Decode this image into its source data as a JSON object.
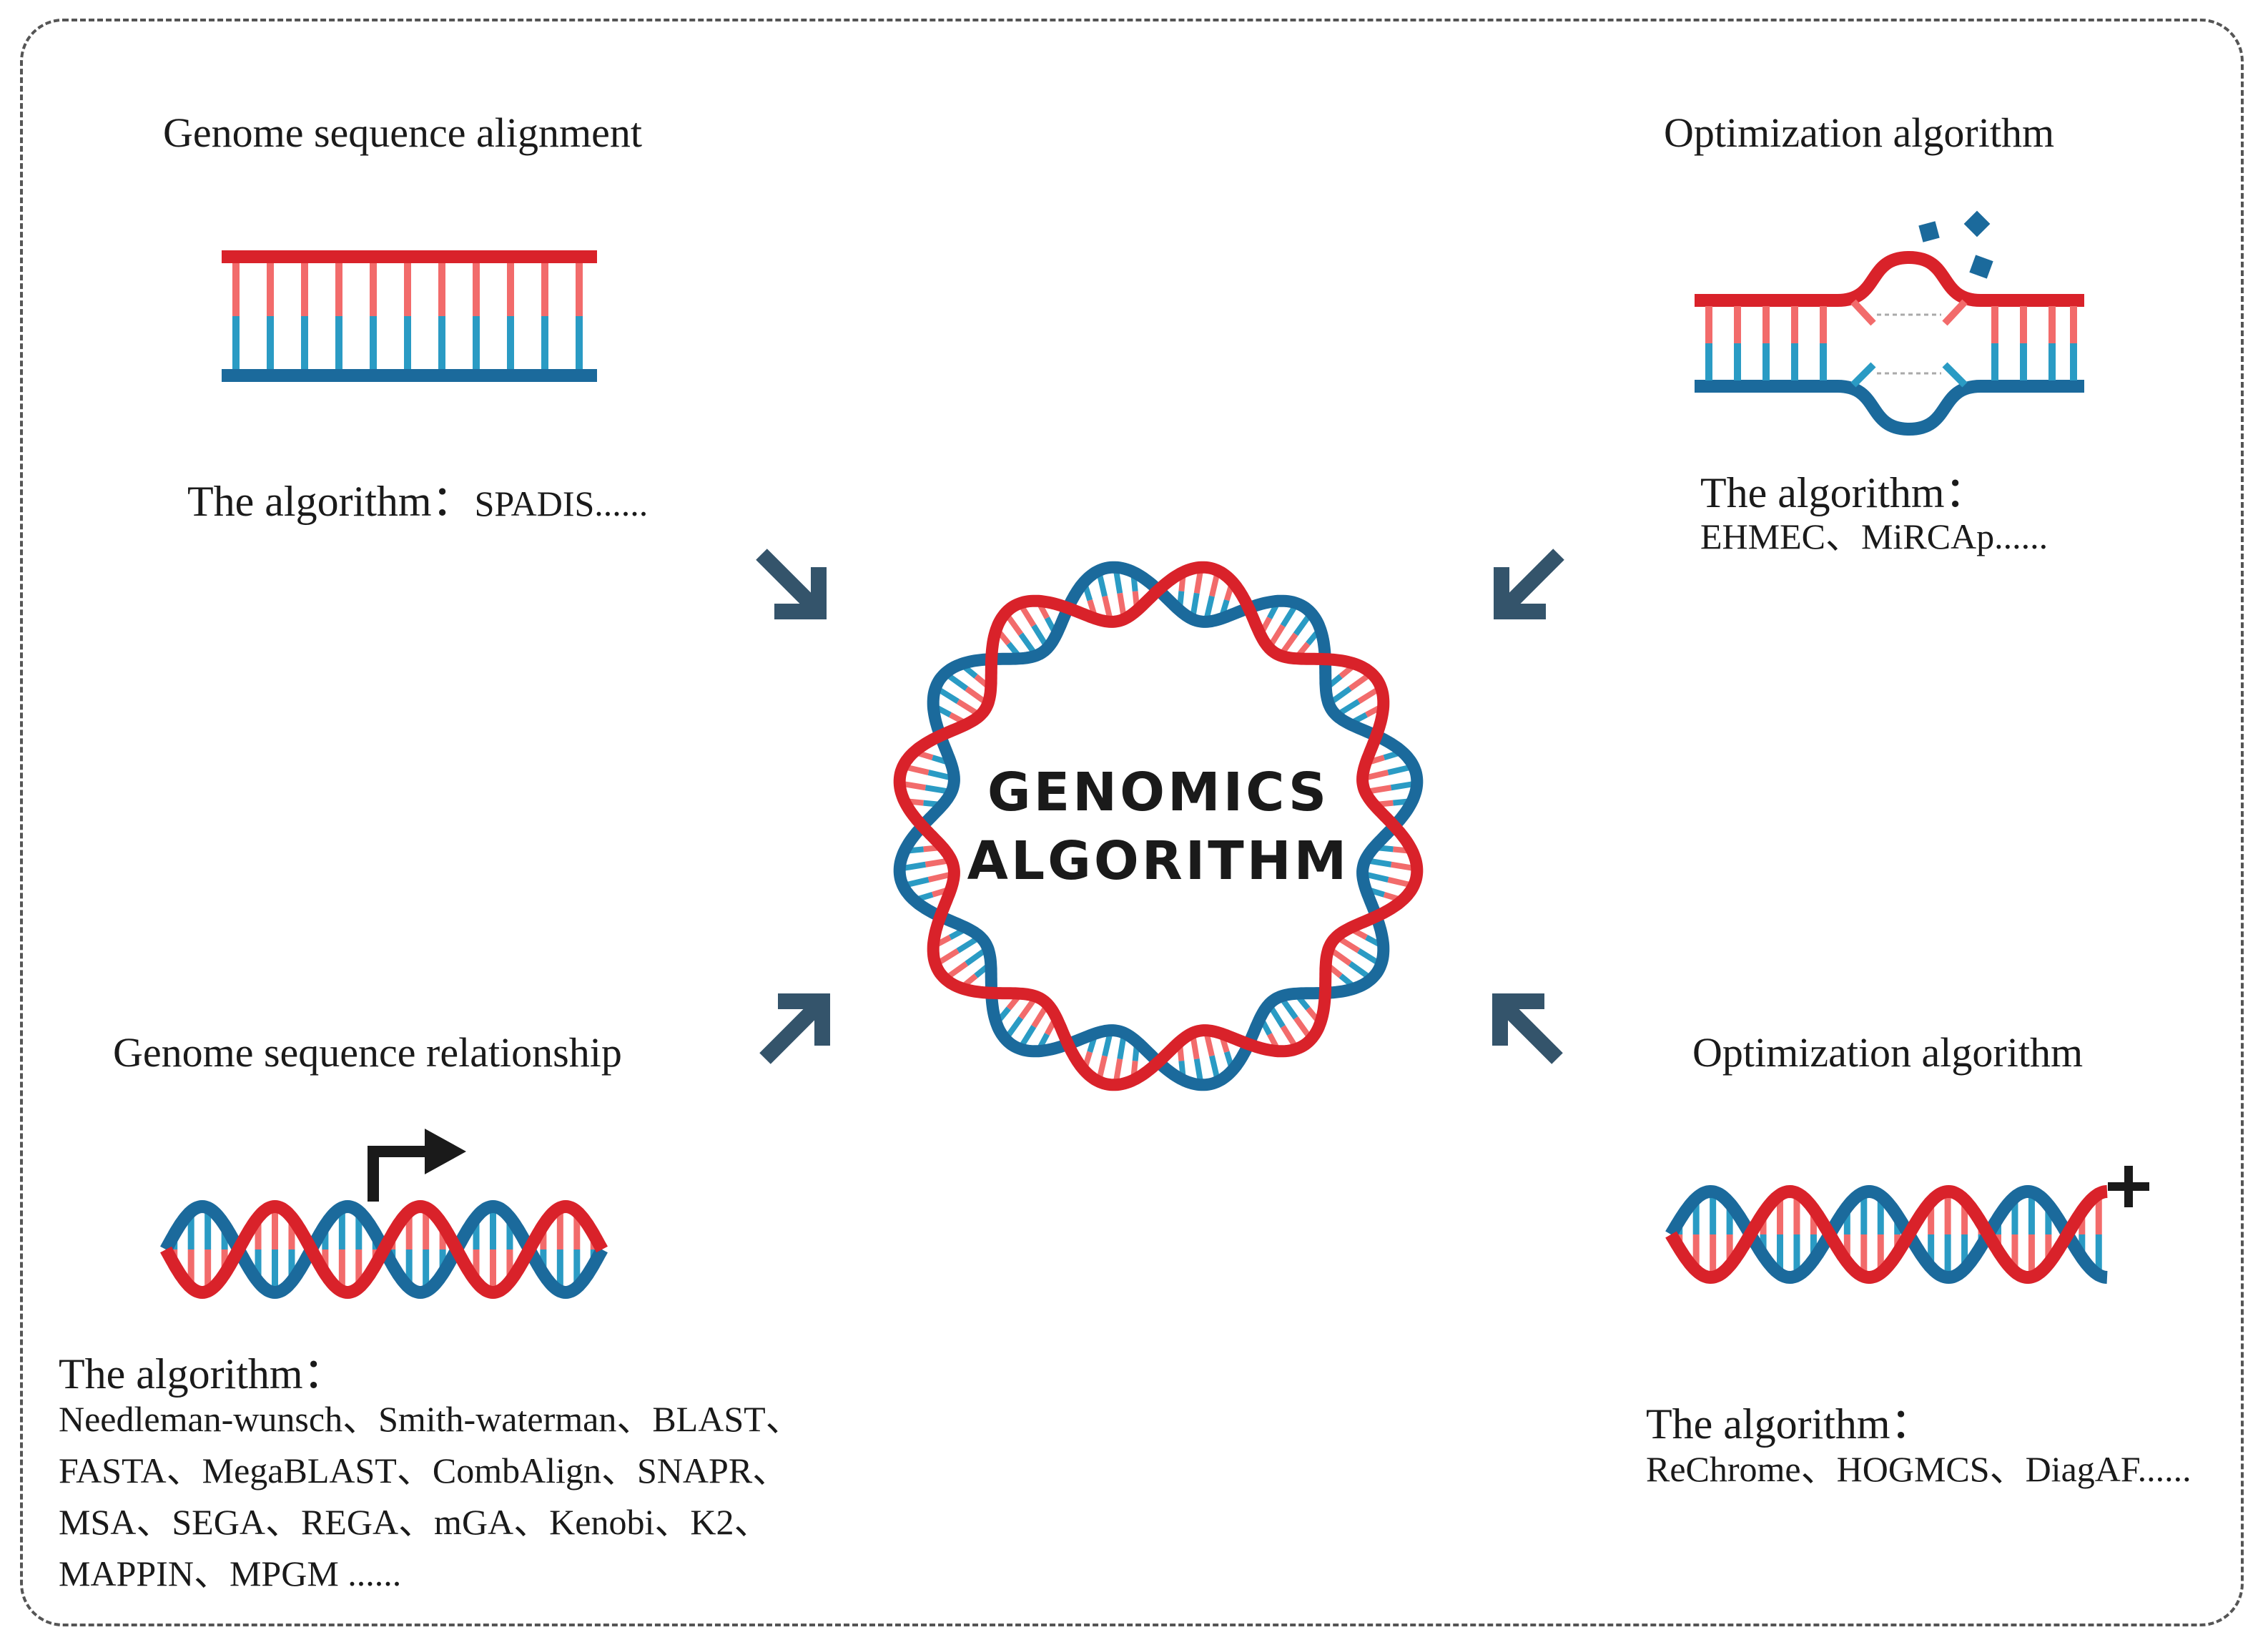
{
  "colors": {
    "red": "#d9222a",
    "light_red": "#f26b6b",
    "blue": "#1b6a9c",
    "light_blue": "#2a9bc4",
    "navy_arrow": "#34546b",
    "border": "#555555"
  },
  "center": {
    "line1": "GENOMICS",
    "line2": "ALGORITHM"
  },
  "top_left": {
    "title": "Genome sequence alignment",
    "algorithm_label": "The algorithm：",
    "algorithms": "SPADIS......",
    "icon": "dna-ladder-icon"
  },
  "top_right": {
    "title": "Optimization algorithm",
    "algorithm_label": "The algorithm：",
    "algorithms": "EHMEC、MiRCAp......",
    "icon": "dna-mutation-icon"
  },
  "bottom_left": {
    "title": "Genome sequence relationship",
    "algorithm_label": "The algorithm：",
    "algorithms_lines": [
      "Needleman-wunsch、Smith-waterman、BLAST、",
      "FASTA、MegaBLAST、CombAlign、SNAPR、",
      "MSA、SEGA、REGA、mGA、Kenobi、K2、",
      "MAPPIN、MPGM ......"
    ],
    "icon": "dna-helix-promoter-icon"
  },
  "bottom_right": {
    "title": "Optimization algorithm",
    "algorithm_label": "The algorithm：",
    "algorithms": "ReChrome、HOGMCS、DiagAF......",
    "icon": "dna-helix-plus-icon"
  }
}
